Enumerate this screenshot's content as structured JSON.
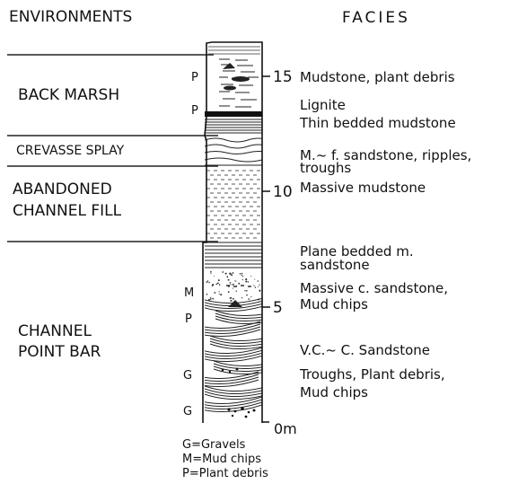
{
  "headers": {
    "environments": "ENVIRONMENTS",
    "facies": "FACIES"
  },
  "environments": [
    {
      "id": "back-marsh",
      "lines": [
        "BACK MARSH"
      ]
    },
    {
      "id": "crevasse-splay",
      "lines": [
        "CREVASSE SPLAY"
      ]
    },
    {
      "id": "abandoned-channel-fill",
      "lines": [
        "ABANDONED",
        "CHANNEL FILL"
      ]
    },
    {
      "id": "channel-point-bar",
      "lines": [
        "CHANNEL",
        "POINT BAR"
      ]
    }
  ],
  "facies": [
    {
      "id": "mudstone-plant-debris",
      "lines": [
        "Mudstone, plant debris"
      ]
    },
    {
      "id": "lignite",
      "lines": [
        "Lignite"
      ]
    },
    {
      "id": "thin-bedded-mudstone",
      "lines": [
        "Thin bedded mudstone"
      ]
    },
    {
      "id": "mf-sandstone",
      "lines": [
        "M.~ f. sandstone, ripples,",
        "troughs"
      ]
    },
    {
      "id": "massive-mudstone",
      "lines": [
        "Massive mudstone"
      ]
    },
    {
      "id": "plane-bedded",
      "lines": [
        "Plane bedded m.",
        "sandstone"
      ]
    },
    {
      "id": "massive-c-sandstone",
      "lines": [
        "Massive c. sandstone,",
        "Mud chips"
      ]
    },
    {
      "id": "vc-sandstone",
      "lines": [
        "V.C.~ C. Sandstone"
      ]
    },
    {
      "id": "troughs-plant-debris",
      "lines": [
        "Troughs, Plant debris,",
        "Mud chips"
      ]
    }
  ],
  "scale": {
    "unit": "m",
    "ticks": [
      {
        "value": 0,
        "label": "0m"
      },
      {
        "value": 5,
        "label": "5"
      },
      {
        "value": 10,
        "label": "10"
      },
      {
        "value": 15,
        "label": "15"
      }
    ]
  },
  "column_markers": [
    {
      "id": "p-upper",
      "letter": "P"
    },
    {
      "id": "p-lower",
      "letter": "P"
    },
    {
      "id": "m-mid",
      "letter": "M"
    },
    {
      "id": "p-pointbar",
      "letter": "P"
    },
    {
      "id": "g-upper",
      "letter": "G"
    },
    {
      "id": "g-lower",
      "letter": "G"
    }
  ],
  "legend": [
    "G=Gravels",
    "M=Mud chips",
    "P=Plant debris"
  ]
}
